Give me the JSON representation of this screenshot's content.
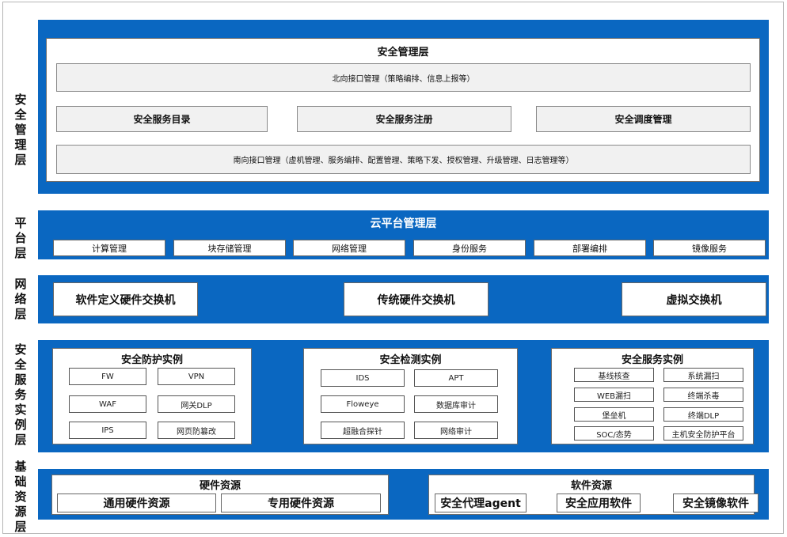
{
  "side_labels": {
    "management": [
      "安",
      "全",
      "管",
      "理",
      "层"
    ],
    "platform": [
      "平",
      "台",
      "层"
    ],
    "network": [
      "网",
      "络",
      "层"
    ],
    "instance": [
      "安",
      "全",
      "服",
      "务",
      "实",
      "例",
      "层"
    ],
    "infra": [
      "基",
      "础",
      "资",
      "源",
      "层"
    ]
  },
  "management": {
    "title": "安全管理层",
    "north": "北向接口管理（策略编排、信息上报等）",
    "middle": [
      "安全服务目录",
      "安全服务注册",
      "安全调度管理"
    ],
    "south": "南向接口管理（虚机管理、服务编排、配置管理、策略下发、授权管理、升级管理、日志管理等）"
  },
  "platform": {
    "title": "云平台管理层",
    "items": [
      "计算管理",
      "块存储管理",
      "网络管理",
      "身份服务",
      "部署编排",
      "镜像服务"
    ]
  },
  "network": {
    "items": [
      "软件定义硬件交换机",
      "传统硬件交换机",
      "虚拟交换机"
    ]
  },
  "instances": {
    "protection": {
      "title": "安全防护实例",
      "items": [
        "FW",
        "VPN",
        "WAF",
        "网关DLP",
        "IPS",
        "网页防篡改"
      ]
    },
    "detection": {
      "title": "安全检测实例",
      "items": [
        "IDS",
        "APT",
        "Floweye",
        "数据库审计",
        "超融合探针",
        "网络审计"
      ]
    },
    "service": {
      "title": "安全服务实例",
      "items": [
        "基线核查",
        "系统漏扫",
        "WEB漏扫",
        "终端杀毒",
        "堡垒机",
        "终端DLP",
        "SOC/态势",
        "主机安全防护平台"
      ]
    }
  },
  "infra": {
    "hardware": {
      "title": "硬件资源",
      "items": [
        "通用硬件资源",
        "专用硬件资源"
      ]
    },
    "software": {
      "title": "软件资源",
      "items": [
        "安全代理agent",
        "安全应用软件",
        "安全镜像软件"
      ]
    }
  }
}
